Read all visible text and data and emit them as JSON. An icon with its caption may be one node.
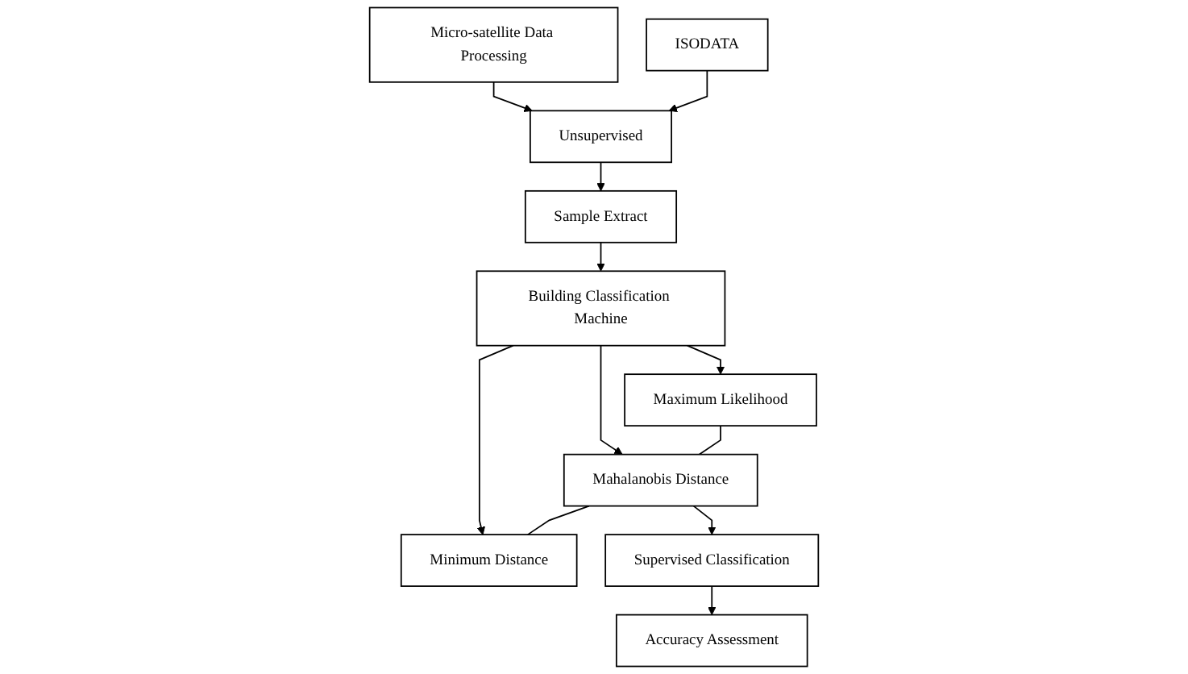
{
  "diagram": {
    "nodes": [
      {
        "text": [
          "Micro-satellite Data Processing"
        ]
      },
      {
        "text": [
          "ISODATA"
        ]
      },
      {
        "text": [
          "Unsupervised"
        ]
      },
      {
        "text": [
          "Sample Extract"
        ]
      },
      {
        "text": [
          "Building Classification Machine"
        ]
      },
      {
        "text": [
          "Maximum Likelihood"
        ]
      },
      {
        "text": [
          "Mahalanobis Distance"
        ]
      },
      {
        "text": [
          "Minimum Distance"
        ]
      },
      {
        "text": [
          "Supervised Classification"
        ]
      },
      {
        "text": [
          "Accuracy Assessment"
        ]
      }
    ],
    "edges": [
      {
        "from": 0,
        "to": 2,
        "arrow": "to"
      },
      {
        "from": 1,
        "to": 2,
        "arrow": "to"
      },
      {
        "from": 2,
        "to": 3,
        "arrow": "to"
      },
      {
        "from": 3,
        "to": 4,
        "arrow": "to"
      },
      {
        "from": 4,
        "to": 5,
        "arrow": "to"
      },
      {
        "from": 4,
        "to": 6,
        "arrow": "to"
      },
      {
        "from": 4,
        "to": 7,
        "arrow": "to"
      },
      {
        "from": 5,
        "to": 6,
        "arrow": "none"
      },
      {
        "from": 6,
        "to": 7,
        "arrow": "none"
      },
      {
        "from": 6,
        "to": 8,
        "arrow": "to"
      },
      {
        "from": 8,
        "to": 9,
        "arrow": "to"
      }
    ]
  }
}
